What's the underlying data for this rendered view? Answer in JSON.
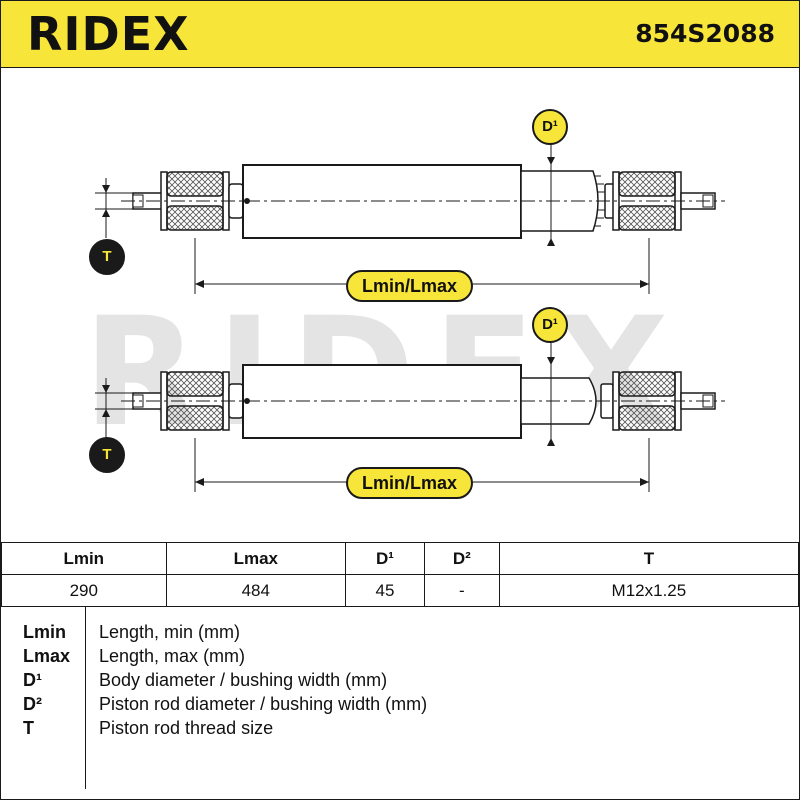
{
  "header": {
    "brand": "RIDEX",
    "part_number": "854S2088"
  },
  "drawing": {
    "label_d1": "D¹",
    "label_t": "T",
    "label_length": "Lmin/Lmax"
  },
  "specs": {
    "headers": [
      "Lmin",
      "Lmax",
      "D¹",
      "D²",
      "T"
    ],
    "values": [
      "290",
      "484",
      "45",
      "-",
      "M12x1.25"
    ]
  },
  "legend": [
    {
      "key": "Lmin",
      "desc": "Length, min (mm)"
    },
    {
      "key": "Lmax",
      "desc": "Length, max (mm)"
    },
    {
      "key": "D¹",
      "desc": "Body diameter / bushing width (mm)"
    },
    {
      "key": "D²",
      "desc": "Piston rod diameter / bushing width (mm)"
    },
    {
      "key": "T",
      "desc": "Piston rod thread size"
    }
  ],
  "colors": {
    "accent": "#f7e53a",
    "ink": "#1a1a1a"
  }
}
